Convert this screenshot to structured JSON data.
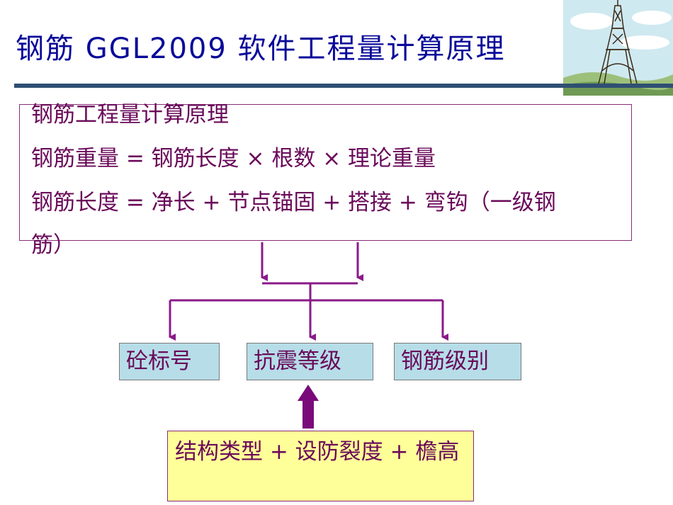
{
  "slide": {
    "title": "钢筋 GGL2009 软件工程量计算原理"
  },
  "formulas": {
    "heading": "钢筋工程量计算原理",
    "weight": "钢筋重量 = 钢筋长度 × 根数 × 理论重量",
    "length_line1": "钢筋长度 = 净长 + 节点锚固 + 搭接 + 弯钩（一级钢",
    "length_line2": "筋）"
  },
  "factors": [
    {
      "label": "砼标号"
    },
    {
      "label": "抗震等级"
    },
    {
      "label": "钢筋级别"
    }
  ],
  "basis": {
    "text": "结构类型 + 设防裂度 + 檐高"
  },
  "colors": {
    "title": "#0a0a9a",
    "text": "#6a0a5a",
    "connector": "#8a1a8a",
    "factor_fill": "#b6dde8",
    "basis_fill": "#ffff99",
    "rule": "#2f4f73"
  },
  "icons": {
    "decoration": "eiffel-tower-icon"
  }
}
